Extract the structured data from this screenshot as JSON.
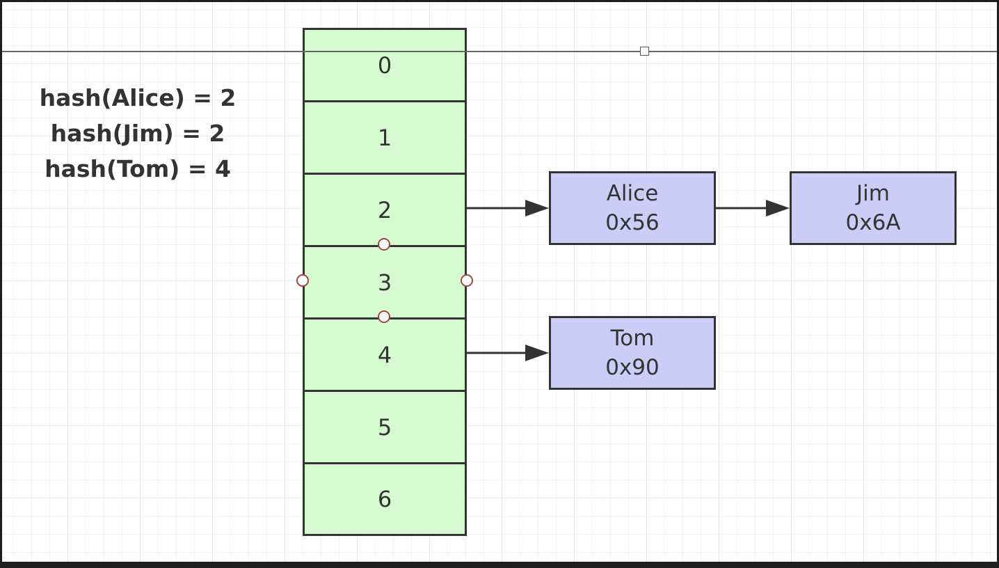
{
  "hash_lines": [
    "hash(Alice) = 2",
    "hash(Jim) = 2",
    "hash(Tom) = 4"
  ],
  "buckets": [
    "0",
    "1",
    "2",
    "3",
    "4",
    "5",
    "6"
  ],
  "nodes": {
    "alice": {
      "name": "Alice",
      "address": "0x56"
    },
    "jim": {
      "name": "Jim",
      "address": "0x6A"
    },
    "tom": {
      "name": "Tom",
      "address": "0x90"
    }
  },
  "colors": {
    "bucket_fill": "#d6fad0",
    "node_fill": "#cccdf7",
    "stroke": "#333333",
    "connection_point": "#a0463c"
  }
}
